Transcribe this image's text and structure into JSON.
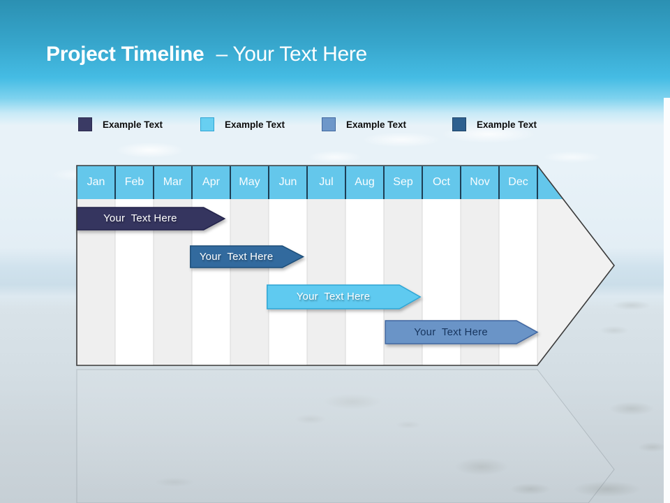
{
  "slide": {
    "title_bold": "Project Timeline",
    "title_suffix": "– Your Text Here"
  },
  "legend": {
    "items": [
      {
        "label": "Example Text",
        "color": "#3A3A64",
        "border": "#2B2B4E"
      },
      {
        "label": "Example Text",
        "color": "#68CFF1",
        "border": "#2FA5D4"
      },
      {
        "label": "Example Text",
        "color": "#6E97C9",
        "border": "#41689F"
      },
      {
        "label": "Example Text",
        "color": "#2E608F",
        "border": "#1F4468"
      }
    ]
  },
  "timeline": {
    "months": [
      "Jan",
      "Feb",
      "Mar",
      "Apr",
      "May",
      "Jun",
      "Jul",
      "Aug",
      "Sep",
      "Oct",
      "Nov",
      "Dec"
    ],
    "header_fill": "#64C7EB",
    "header_text_color": "#FFFFFF",
    "bars": [
      {
        "label": "Your  Text Here",
        "start": 0,
        "end": 3.85,
        "row": 0,
        "fill": "#34345E",
        "border": "#23234A",
        "text_color": "#FFFFFF",
        "text_shadow": true
      },
      {
        "label": "Your  Text Here",
        "start": 2.96,
        "end": 5.9,
        "row": 1,
        "fill": "#306B9E",
        "border": "#1E4E78",
        "text_color": "#FFFFFF",
        "text_shadow": true
      },
      {
        "label": "Your  Text Here",
        "start": 4.96,
        "end": 8.95,
        "row": 2,
        "fill": "#5ECAF0",
        "border": "#2FA5D4",
        "text_color": "#FFFFFF",
        "text_shadow": true
      },
      {
        "label": "Your  Text Here",
        "start": 8.04,
        "end": 12.0,
        "row": 3,
        "fill": "#6B94C7",
        "border": "#3F66A0",
        "text_color": "#17355E",
        "text_shadow": false
      }
    ]
  }
}
